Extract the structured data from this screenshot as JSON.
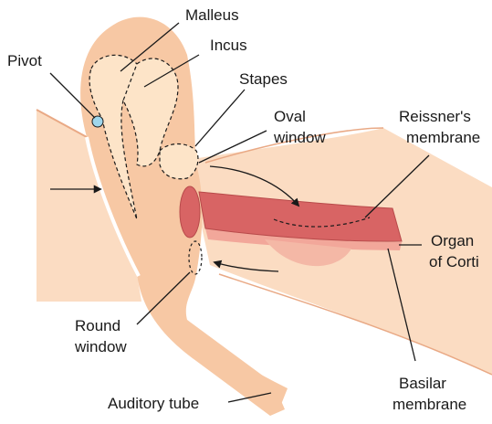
{
  "labels": {
    "malleus": "Malleus",
    "incus": "Incus",
    "pivot": "Pivot",
    "stapes": "Stapes",
    "oval_window_1": "Oval",
    "oval_window_2": "window",
    "reissners_1": "Reissner's",
    "reissners_2": "membrane",
    "organ_1": "Organ",
    "organ_2": "of Corti",
    "round_window_1": "Round",
    "round_window_2": "window",
    "basilar_1": "Basilar",
    "basilar_2": "membrane",
    "auditory_tube": "Auditory tube"
  },
  "colors": {
    "skin": "#f7c8a4",
    "skin_light": "#fbdcc2",
    "ossicle": "#fde4c8",
    "cochlea": "#d86464",
    "cochlea_dark": "#b84a4a",
    "basilar": "#f2a79a",
    "pivot": "#9fd6ec"
  }
}
